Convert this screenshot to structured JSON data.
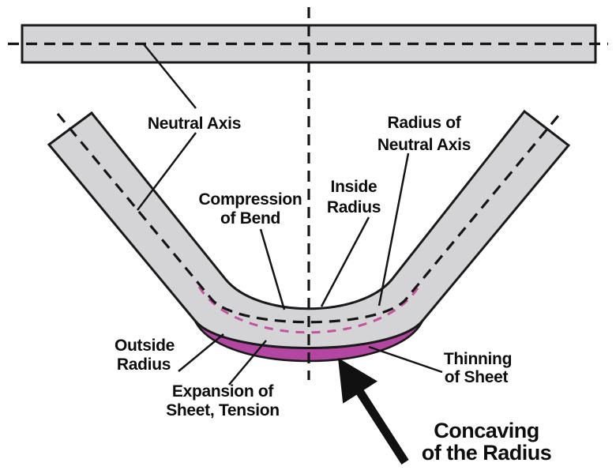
{
  "diagram": {
    "description": "Sheet metal bending diagram showing neutral axis shift, compression, expansion and thinning at the bend radius",
    "colors": {
      "sheet": "#d4d4d6",
      "outline": "#1a1a1a",
      "magenta_fill": "#b346a0",
      "magenta_dash": "#c4539f"
    },
    "labels": {
      "neutral_axis": "Neutral Axis",
      "radius_of_neutral_axis_1": "Radius of",
      "radius_of_neutral_axis_2": "Neutral Axis",
      "compression_1": "Compression",
      "compression_2": "of Bend",
      "inside_radius_1": "Inside",
      "inside_radius_2": "Radius",
      "outside_radius_1": "Outside",
      "outside_radius_2": "Radius",
      "expansion_1": "Expansion of",
      "expansion_2": "Sheet, Tension",
      "thinning_1": "Thinning",
      "thinning_2": "of Sheet",
      "concaving_1": "Concaving",
      "concaving_2": "of the Radius"
    }
  }
}
